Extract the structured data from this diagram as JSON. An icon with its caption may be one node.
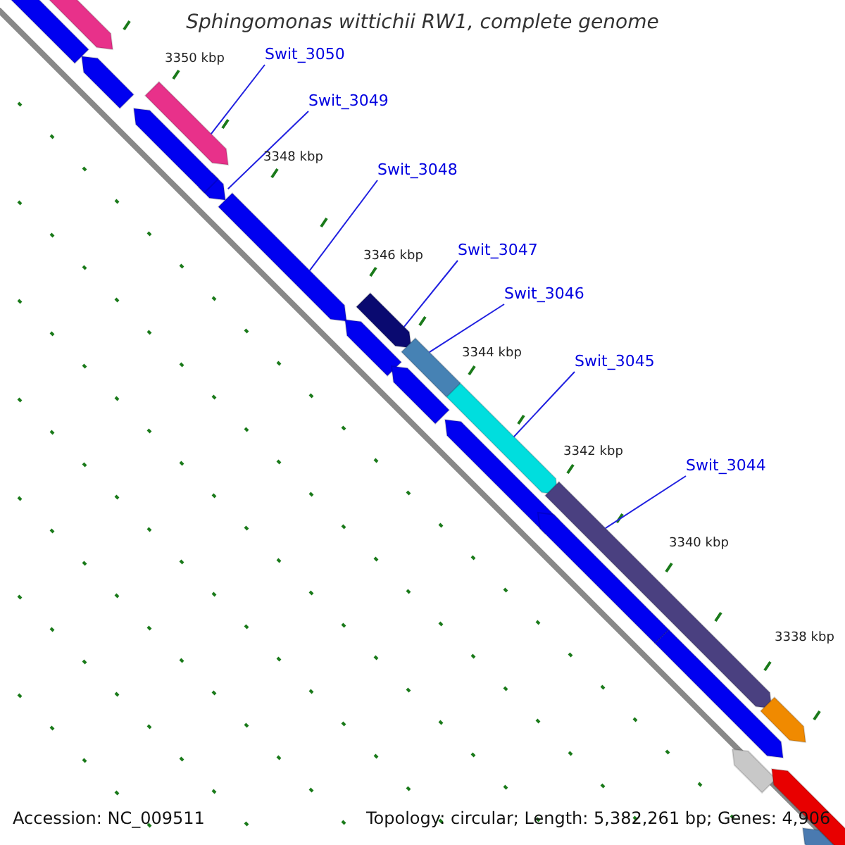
{
  "diagram": {
    "title": "Sphingomonas wittichii RW1, complete genome",
    "nodes": [
      {
        "text": [
          "Swit_3050"
        ]
      },
      {
        "text": [
          "Swit_3049"
        ]
      },
      {
        "text": [
          "Swit_3048"
        ]
      },
      {
        "text": [
          "Swit_3047"
        ]
      },
      {
        "text": [
          "Swit_3046"
        ]
      },
      {
        "text": [
          "Swit_3045"
        ]
      },
      {
        "text": [
          "Swit_3044"
        ]
      },
      {
        "text": [],
        "shape": "bar"
      },
      {
        "text": [],
        "shape": "bar"
      },
      {
        "text": [],
        "shape": "bar"
      },
      {
        "text": [],
        "shape": "bar"
      },
      {
        "text": [],
        "shape": "bar"
      },
      {
        "text": [],
        "shape": "bar"
      },
      {
        "text": [],
        "shape": "bar"
      },
      {
        "text": [],
        "shape": "bar"
      },
      {
        "text": [],
        "shape": "bar"
      },
      {
        "text": [],
        "shape": "bar"
      },
      {
        "text": [],
        "shape": "bar"
      },
      {
        "text": [],
        "shape": "bar"
      },
      {
        "text": [],
        "shape": "bar"
      },
      {
        "text": [],
        "shape": "bar"
      },
      {
        "text": [],
        "shape": "bar"
      },
      {
        "text": [],
        "shape": "bar"
      },
      {
        "text": [],
        "shape": "bar"
      },
      {
        "text": [],
        "shape": "bar"
      },
      {
        "text": [],
        "shape": "bar"
      },
      {
        "text": [],
        "shape": "bar"
      }
    ],
    "edges": [
      {
        "from": 0,
        "to": 7,
        "arrow": "none"
      },
      {
        "from": 1,
        "to": 8,
        "arrow": "none"
      },
      {
        "from": 2,
        "to": 9,
        "arrow": "none"
      },
      {
        "from": 3,
        "to": 10,
        "arrow": "none"
      },
      {
        "from": 4,
        "to": 11,
        "arrow": "none"
      },
      {
        "from": 5,
        "to": 12,
        "arrow": "none"
      },
      {
        "from": 6,
        "to": 13,
        "arrow": "none"
      }
    ],
    "labels": [
      "3350 kbp",
      "3348 kbp",
      "3346 kbp",
      "3344 kbp",
      "3342 kbp",
      "3340 kbp",
      "3338 kbp",
      "Accession: NC_009511",
      "Topology: circular; Length: 5,382,261 bp; Genes: 4,906"
    ]
  }
}
